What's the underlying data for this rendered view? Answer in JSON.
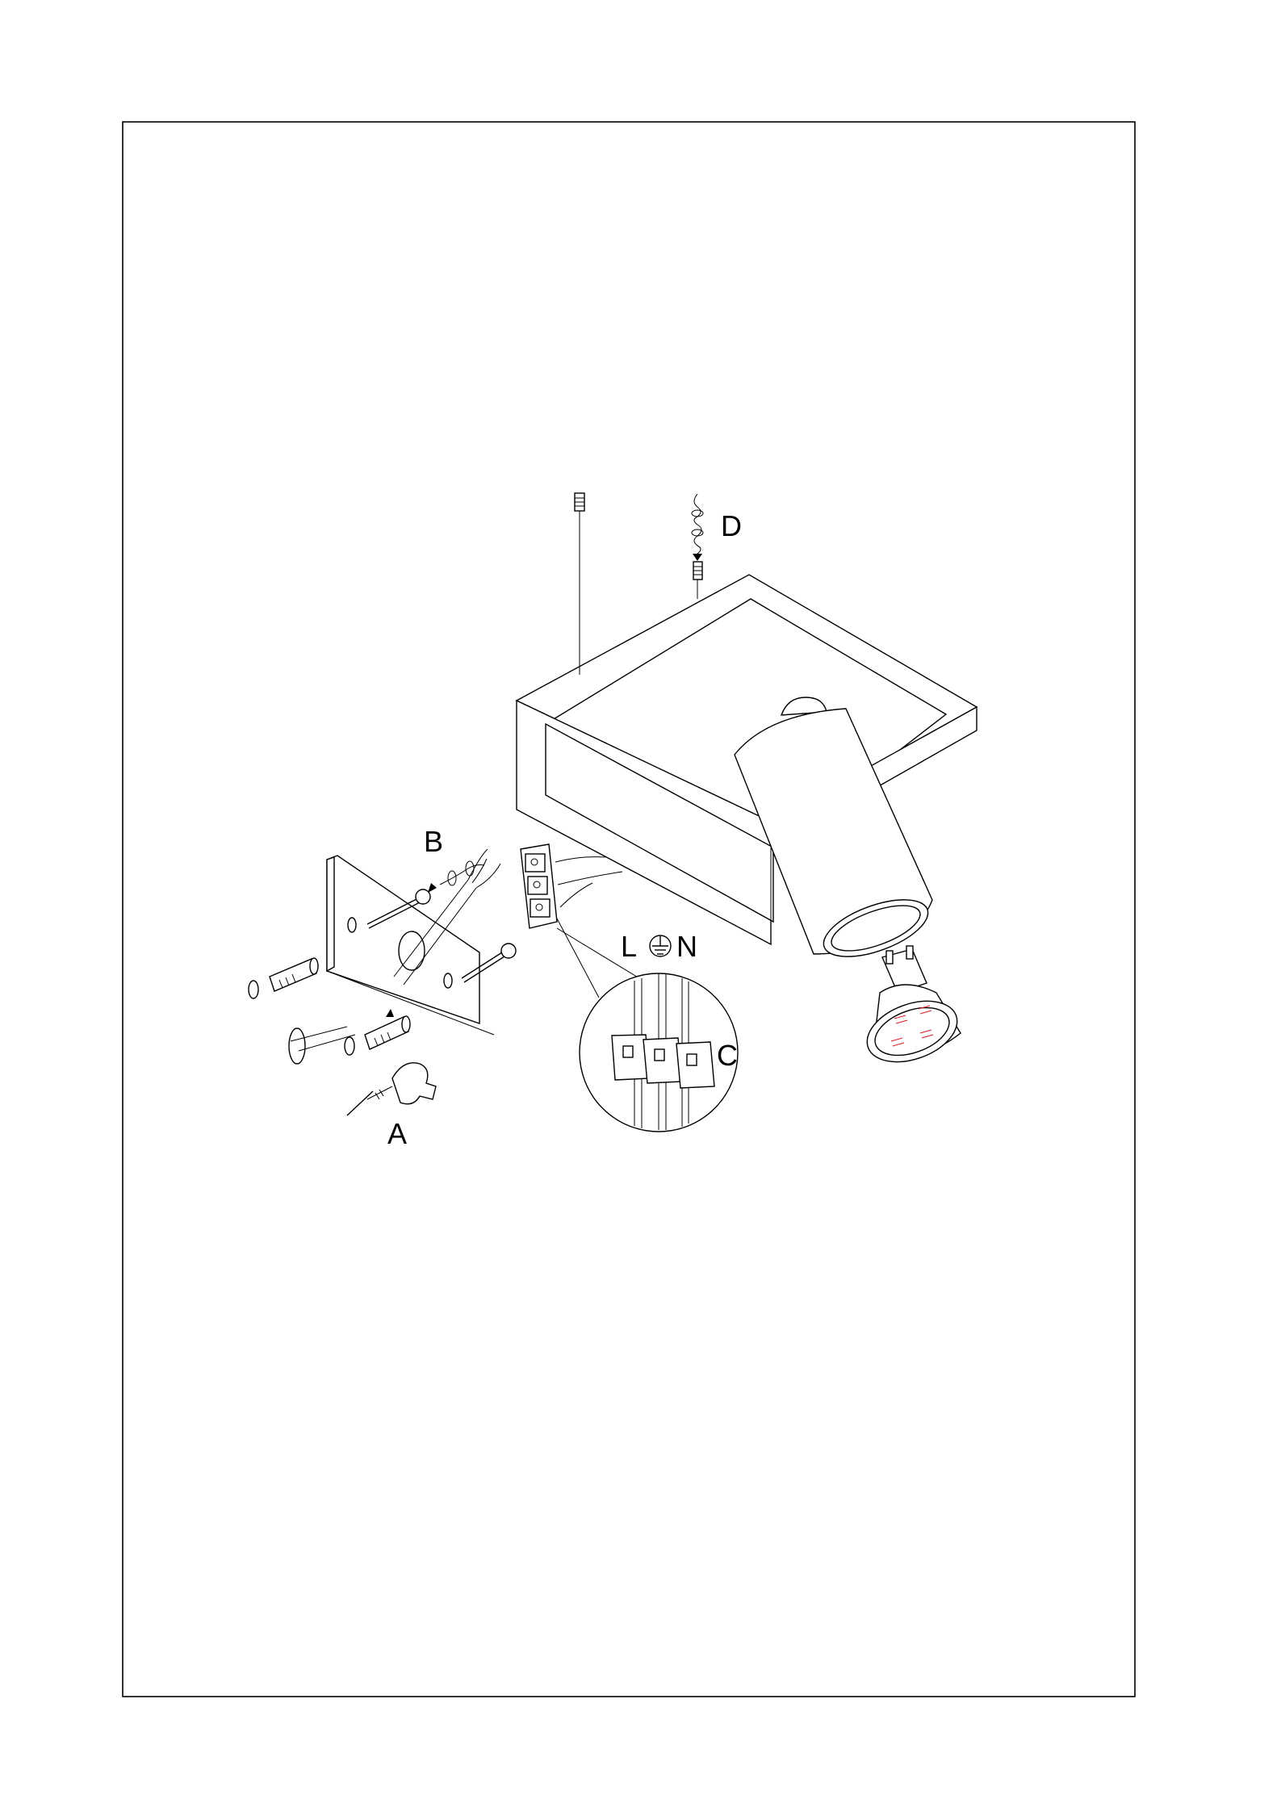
{
  "diagram": {
    "title": "",
    "labels": {
      "a": "A",
      "b": "B",
      "c": "C",
      "d": "D",
      "live": "L",
      "neutral": "N"
    },
    "icons": {
      "earth": "earth-ground-symbol",
      "drill": "drill-icon",
      "screwdriver": "screwdriver-icon",
      "bulb": "gu10-led-bulb"
    },
    "colors": {
      "line": "#000000",
      "led_accent": "#d2202a",
      "paper": "#ffffff"
    }
  }
}
